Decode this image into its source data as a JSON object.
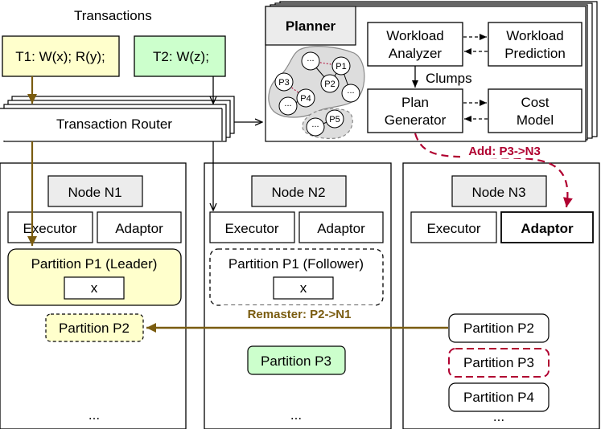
{
  "colors": {
    "yellow_fill": "#ffffcc",
    "green_fill": "#ccffcc",
    "grey_fill": "#ececec",
    "olive_arrow": "#7a5c10",
    "red_arrow": "#b00030"
  },
  "transactions": {
    "heading": "Transactions",
    "t1": "T1: W(x); R(y);",
    "t2": "T2: W(z);"
  },
  "router": {
    "label": "Transaction Router"
  },
  "planner": {
    "title": "Planner",
    "workload_analyzer": [
      "Workload",
      "Analyzer"
    ],
    "workload_prediction": [
      "Workload",
      "Prediction"
    ],
    "plan_generator": [
      "Plan",
      "Generator"
    ],
    "cost_model": [
      "Cost",
      "Model"
    ],
    "clumps_label": "Clumps",
    "clump_nodes": [
      "P1",
      "P2",
      "P3",
      "P4",
      "P5",
      "...",
      "...",
      "...",
      "..."
    ]
  },
  "node1": {
    "title": "Node N1",
    "executor": "Executor",
    "adaptor": "Adaptor",
    "partition_leader": "Partition P1 (Leader)",
    "item": "x",
    "partition_p2": "Partition P2",
    "ellipsis": "..."
  },
  "node2": {
    "title": "Node N2",
    "executor": "Executor",
    "adaptor": "Adaptor",
    "partition_follower": "Partition P1 (Follower)",
    "item": "x",
    "partition_p3": "Partition P3",
    "ellipsis": "..."
  },
  "node3": {
    "title": "Node N3",
    "executor": "Executor",
    "adaptor": "Adaptor",
    "partition_p2": "Partition P2",
    "partition_p3": "Partition P3",
    "partition_p4": "Partition P4",
    "ellipsis": "..."
  },
  "actions": {
    "add": "Add: P3->N3",
    "remaster": "Remaster: P2->N1"
  }
}
